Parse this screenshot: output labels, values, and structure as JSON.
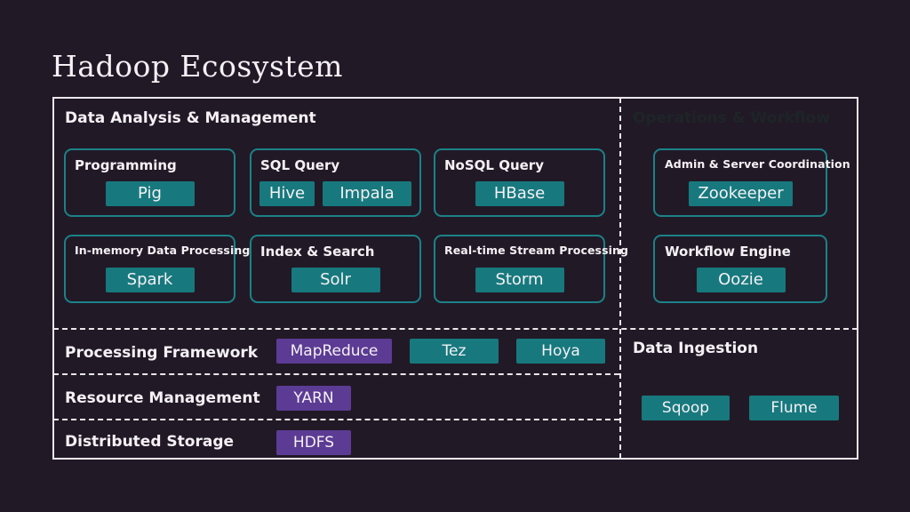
{
  "title": "Hadoop Ecosystem",
  "colors": {
    "background": "#221927",
    "frame_border": "#e9e7e9",
    "card_border": "#1b8287",
    "chip_teal": "#17797e",
    "chip_purple": "#5c3b94",
    "text_primary": "#f4f1f4",
    "dimmed_section_title": "#1d2527"
  },
  "sections": {
    "data_analysis": {
      "title": "Data Analysis & Management",
      "cards": [
        {
          "label": "Programming",
          "chips": [
            "Pig"
          ]
        },
        {
          "label": "SQL Query",
          "chips": [
            "Hive",
            "Impala"
          ]
        },
        {
          "label": "NoSQL Query",
          "chips": [
            "HBase"
          ]
        },
        {
          "label": "In-memory Data Processing",
          "chips": [
            "Spark"
          ]
        },
        {
          "label": "Index & Search",
          "chips": [
            "Solr"
          ]
        },
        {
          "label": "Real-time Stream Processing",
          "chips": [
            "Storm"
          ]
        }
      ]
    },
    "operations": {
      "title": "Operations & Workflow",
      "cards": [
        {
          "label": "Admin & Server Coordination",
          "chips": [
            "Zookeeper"
          ]
        },
        {
          "label": "Workflow Engine",
          "chips": [
            "Oozie"
          ]
        }
      ]
    },
    "layers": [
      {
        "label": "Processing Framework",
        "chips": [
          "MapReduce",
          "Tez",
          "Hoya"
        ]
      },
      {
        "label": "Resource Management",
        "chips": [
          "YARN"
        ]
      },
      {
        "label": "Distributed Storage",
        "chips": [
          "HDFS"
        ]
      }
    ],
    "data_ingestion": {
      "title": "Data Ingestion",
      "chips": [
        "Sqoop",
        "Flume"
      ]
    }
  }
}
